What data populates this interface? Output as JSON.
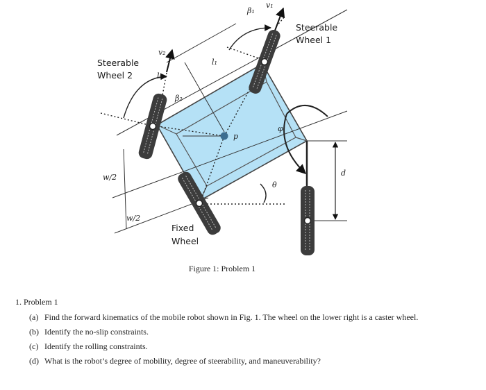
{
  "figure": {
    "labels": {
      "steerable_wheel_1": [
        "Steerable",
        "Wheel 1"
      ],
      "steerable_wheel_2": [
        "Steerable",
        "Wheel 2"
      ],
      "fixed_wheel": [
        "Fixed",
        "Wheel"
      ],
      "beta1": "β₁",
      "v1": "v₁",
      "v2": "v₂",
      "beta2": "β₂",
      "l1": "l₁",
      "l2": "l₂",
      "p": "p",
      "phi": "φ",
      "theta": "θ",
      "d": "d",
      "w2_upper": "w/2",
      "w2_lower": "w/2"
    },
    "colors": {
      "body_fill": "#a8dcf5",
      "body_stroke": "#444444",
      "wheel": "#3c3c3c",
      "point": "#3c6e91"
    }
  },
  "caption": "Figure 1: Problem 1",
  "problem": {
    "heading": "1. Problem 1",
    "items": [
      {
        "mark": "(a)",
        "text": "Find the forward kinematics of the mobile robot shown in Fig. 1. The wheel on the lower right is a caster wheel."
      },
      {
        "mark": "(b)",
        "text": "Identify the no-slip constraints."
      },
      {
        "mark": "(c)",
        "text": "Identify the rolling constraints."
      },
      {
        "mark": "(d)",
        "text": "What is the robot’s degree of mobility, degree of steerability, and maneuverability?"
      }
    ]
  }
}
